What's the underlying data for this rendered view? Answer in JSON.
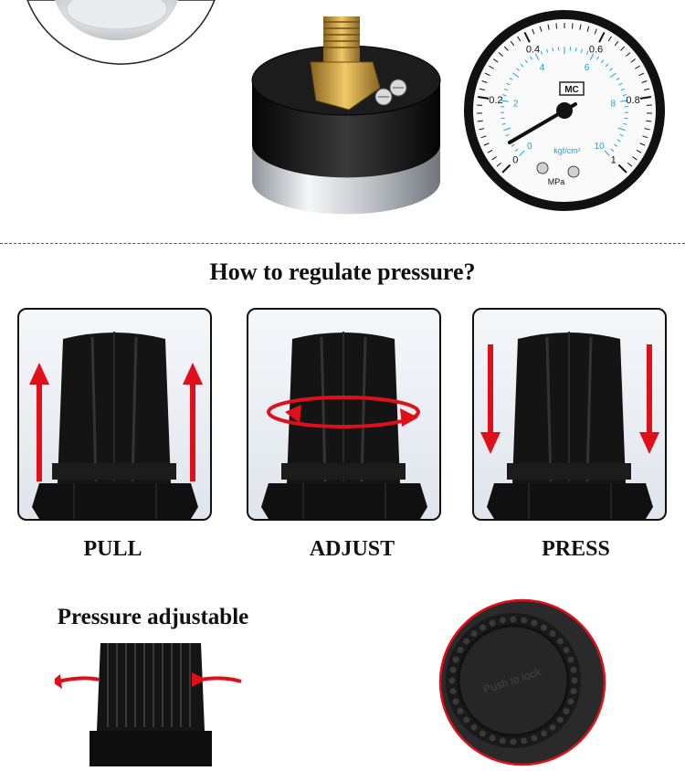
{
  "gauge": {
    "outer_scale": [
      "0",
      "0.2",
      "0.4",
      "0.6",
      "0.8",
      "1"
    ],
    "inner_scale": [
      "0",
      "2",
      "4",
      "6",
      "8",
      "10"
    ],
    "brand_mark": "MC",
    "inner_unit": "kgf/cm²",
    "outer_unit": "MPa"
  },
  "section": {
    "heading": "How to regulate pressure?"
  },
  "steps": [
    {
      "label": "PULL"
    },
    {
      "label": "ADJUST"
    },
    {
      "label": "PRESS"
    }
  ],
  "adjustable": {
    "title": "Pressure adjustable",
    "cap_text": "Push to lock"
  },
  "colors": {
    "arrow_red": "#e0101a",
    "knob_black": "#141414",
    "gauge_cyan": "#1aa6d8",
    "brass": "#c89a3c"
  }
}
